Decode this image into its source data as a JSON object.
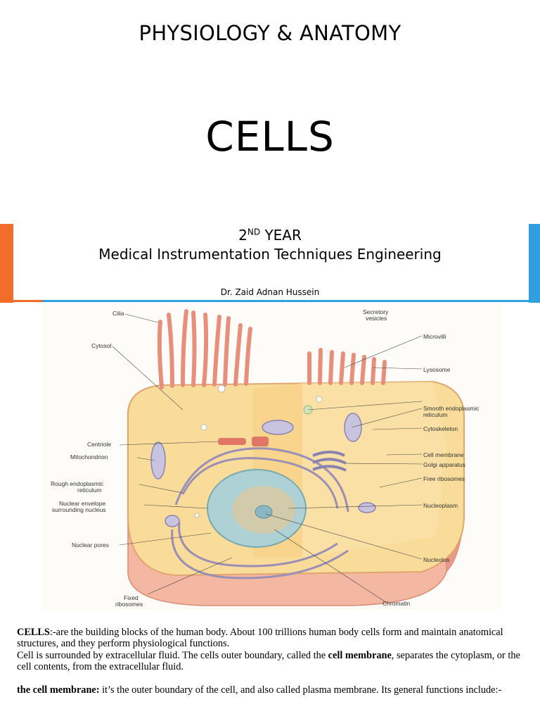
{
  "header": {
    "subject": "PHYSIOLOGY & ANATOMY",
    "title": "CELLS",
    "year_number": "2",
    "year_suffix": "ND",
    "year_word": "YEAR",
    "program": "Medical Instrumentation Techniques Engineering",
    "author": "Dr. Zaid Adnan Hussein"
  },
  "figure": {
    "labels_left": [
      "Cilia",
      "Cytosol",
      "Centriole",
      "Mitochondrion",
      "Rough endoplasmic",
      "reticulum",
      "Nuclear envelope",
      "surrounding nucleus",
      "Nuclear pores",
      "Fixed",
      "ribosomes"
    ],
    "labels_right": [
      "Secretory",
      "vesicles",
      "Microvilli",
      "Lysosome",
      "Smooth endoplasmic",
      "reticulum",
      "Cytoskeleton",
      "Cell membrane",
      "Golgi apparatus",
      "Free ribosomes",
      "Nucleoplasm",
      "Nucleolus",
      "Chromatin"
    ]
  },
  "body": {
    "p1_bold": "CELLS",
    "p1_text": ":-are the building blocks of the human body. About 100 trillions human body cells form and maintain anatomical structures, and they perform physiological functions.",
    "p2_text_a": "Cell is surrounded by extracellular fluid. The cells outer boundary, called the ",
    "p2_bold": "cell membrane",
    "p2_text_b": ", separates the cytoplasm, or the cell contents, from the extracellular fluid.",
    "p3_bold": "the cell membrane:",
    "p3_text": " it’s the outer boundary of the cell, and also called plasma membrane. Its general functions include:-"
  },
  "colors": {
    "orange_accent": "#f26c2a",
    "blue_accent": "#2f9fe0"
  }
}
